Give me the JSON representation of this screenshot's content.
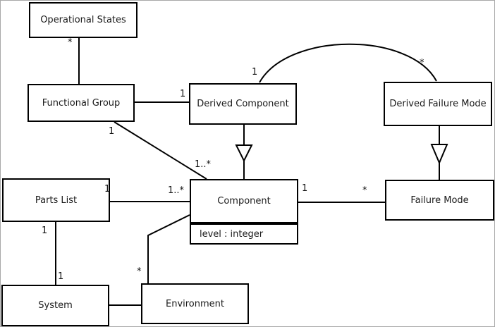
{
  "diagram": {
    "kind": "uml-class-diagram",
    "colors": {
      "background": "#ffffff",
      "box_fill": "#ffffff",
      "line": "#000000",
      "text": "#1a1a1a"
    }
  },
  "classes": {
    "operational_states": {
      "name": "Operational States"
    },
    "functional_group": {
      "name": "Functional Group"
    },
    "derived_component": {
      "name": "Derived Component"
    },
    "derived_failure_mode": {
      "name": "Derived Failure Mode"
    },
    "parts_list": {
      "name": "Parts List"
    },
    "component": {
      "name": "Component",
      "attribute": "level : integer"
    },
    "failure_mode": {
      "name": "Failure Mode"
    },
    "system": {
      "name": "System"
    },
    "environment": {
      "name": "Environment"
    }
  },
  "multiplicities": {
    "os_fg_os_end": "*",
    "fg_dc_dc_end": "1",
    "fg_comp_fg_end": "1",
    "fg_comp_comp_end": "1..*",
    "dc_dfm_dc_end": "1",
    "dc_dfm_dfm_end": "*",
    "pl_comp_pl_end": "1",
    "pl_comp_comp_end": "1..*",
    "comp_fm_comp_end": "1",
    "comp_fm_fm_end": "*",
    "pl_sys_pl_end": "1",
    "pl_sys_sys_end": "1",
    "env_comp_env_end": "*"
  }
}
